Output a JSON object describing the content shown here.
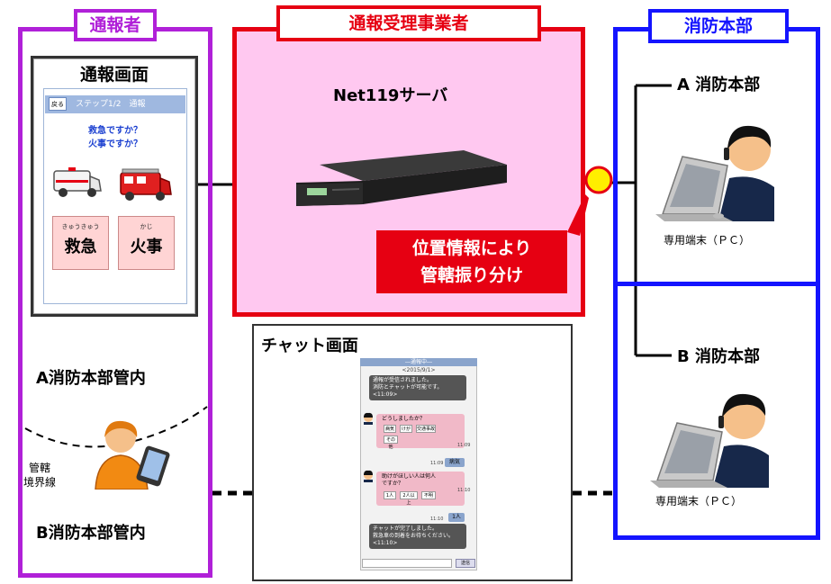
{
  "groups": {
    "reporter": "通報者",
    "operator": "通報受理事業者",
    "fire_dept": "消防本部"
  },
  "report_screen": {
    "title": "通報画面",
    "back": "戻る",
    "step": "ステップ1/2　通報",
    "question": "救急ですか？\n火事ですか？",
    "emergency_ruby": "きゅうきゅう",
    "emergency": "救急",
    "fire_ruby": "かじ",
    "fire": "火事"
  },
  "server": {
    "name": "Net119サーバ",
    "routing_note": "位置情報により\n管轄振り分け"
  },
  "fire_hqs": [
    {
      "name": "A 消防本部",
      "terminal": "専用端末（ＰＣ）"
    },
    {
      "name": "B 消防本部",
      "terminal": "専用端末（ＰＣ）"
    }
  ],
  "zones": {
    "a": "A消防本部管内",
    "b": "B消防本部管内",
    "boundary": "管轄\n境界線"
  },
  "chat": {
    "title": "チャット画面",
    "header": "―通報中―",
    "date": "<2015/9/1>",
    "msg1": "通報が受信されました。\n消防とチャットが可能です。\n<11:09>",
    "q1": "どうしましたか？",
    "q1_options": [
      "病気",
      "けが",
      "交通事故",
      "その他"
    ],
    "q1_time": "11:09",
    "a1_time": "11:09",
    "a1": "病気",
    "q2": "助けがほしい人は何人\nですか？",
    "q2_options": [
      "1人",
      "2人以上",
      "不明"
    ],
    "q2_time": "11:10",
    "a2_time": "11:10",
    "a2": "1人",
    "msg2": "チャットが完了しました。\n救急車の到着をお待ちください。\n<11:10>",
    "send": "送信"
  },
  "colors": {
    "reporter": "#b020d8",
    "operator": "#e60012",
    "operator_fill": "#ffc8f0",
    "fire_dept": "#1414ff",
    "connector": "#ffee00"
  }
}
